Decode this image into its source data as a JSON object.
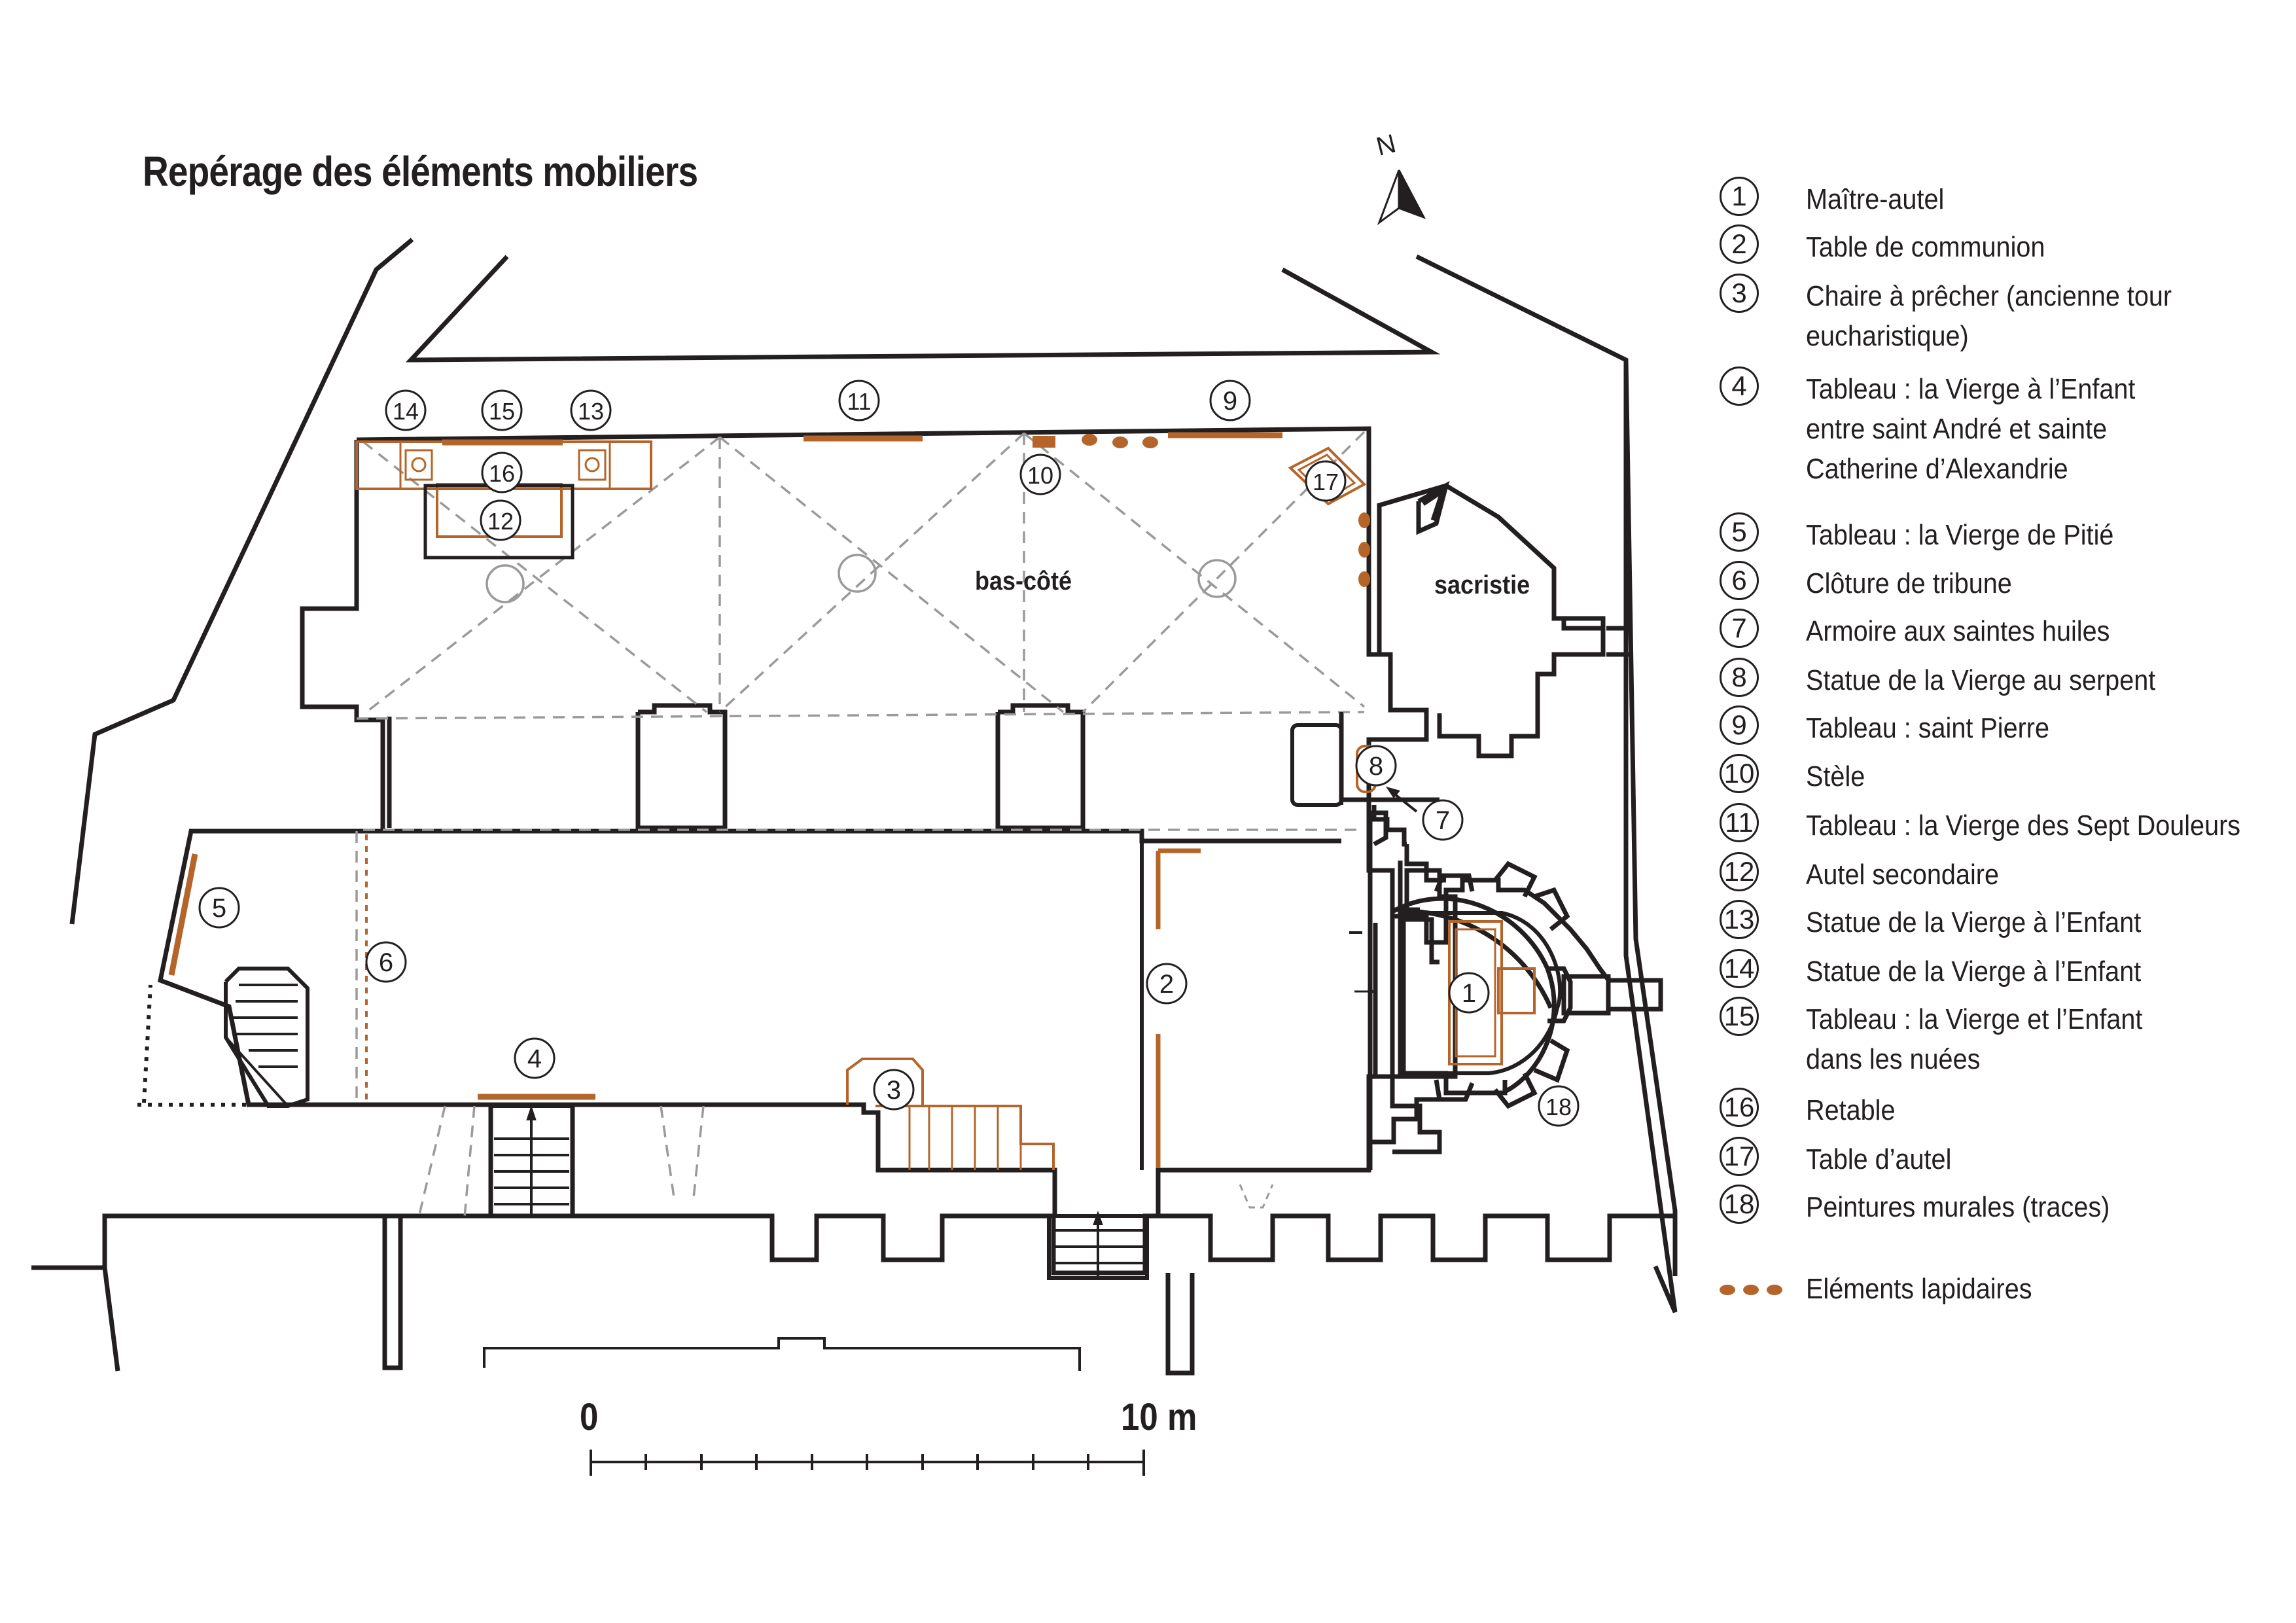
{
  "title": "Repérage des éléments mobiliers",
  "north_label": "N",
  "rooms": {
    "aisle": "bas-côté",
    "sacristy": "sacristie"
  },
  "scale": {
    "start": "0",
    "end": "10 m"
  },
  "colors": {
    "ink": "#231f20",
    "accent": "#b5652a",
    "grid": "#9a9a9a"
  },
  "markers": [
    "1",
    "2",
    "3",
    "4",
    "5",
    "6",
    "7",
    "8",
    "9",
    "10",
    "11",
    "12",
    "13",
    "14",
    "15",
    "16",
    "17",
    "18"
  ],
  "legend": [
    {
      "num": "1",
      "lines": [
        "Maître-autel"
      ]
    },
    {
      "num": "2",
      "lines": [
        "Table de communion"
      ]
    },
    {
      "num": "3",
      "lines": [
        "Chaire à prêcher (ancienne tour",
        "eucharistique)"
      ]
    },
    {
      "num": "4",
      "lines": [
        "Tableau : la Vierge à l’Enfant",
        "entre saint André et sainte",
        "Catherine d’Alexandrie"
      ]
    },
    {
      "num": "5",
      "lines": [
        "Tableau : la Vierge de Pitié"
      ]
    },
    {
      "num": "6",
      "lines": [
        "Clôture de tribune"
      ]
    },
    {
      "num": "7",
      "lines": [
        "Armoire aux saintes huiles"
      ]
    },
    {
      "num": "8",
      "lines": [
        "Statue de la Vierge au serpent"
      ]
    },
    {
      "num": "9",
      "lines": [
        "Tableau : saint Pierre"
      ]
    },
    {
      "num": "10",
      "lines": [
        "Stèle"
      ]
    },
    {
      "num": "11",
      "lines": [
        "Tableau : la Vierge des Sept Douleurs"
      ]
    },
    {
      "num": "12",
      "lines": [
        "Autel secondaire"
      ]
    },
    {
      "num": "13",
      "lines": [
        "Statue de la Vierge à l’Enfant"
      ]
    },
    {
      "num": "14",
      "lines": [
        "Statue de la Vierge à l’Enfant"
      ]
    },
    {
      "num": "15",
      "lines": [
        "Tableau : la Vierge et l’Enfant",
        "dans les nuées"
      ]
    },
    {
      "num": "16",
      "lines": [
        "Retable"
      ]
    },
    {
      "num": "17",
      "lines": [
        "Table d’autel"
      ]
    },
    {
      "num": "18",
      "lines": [
        "Peintures murales (traces)"
      ]
    }
  ],
  "lapidary_label": "Eléments lapidaires"
}
